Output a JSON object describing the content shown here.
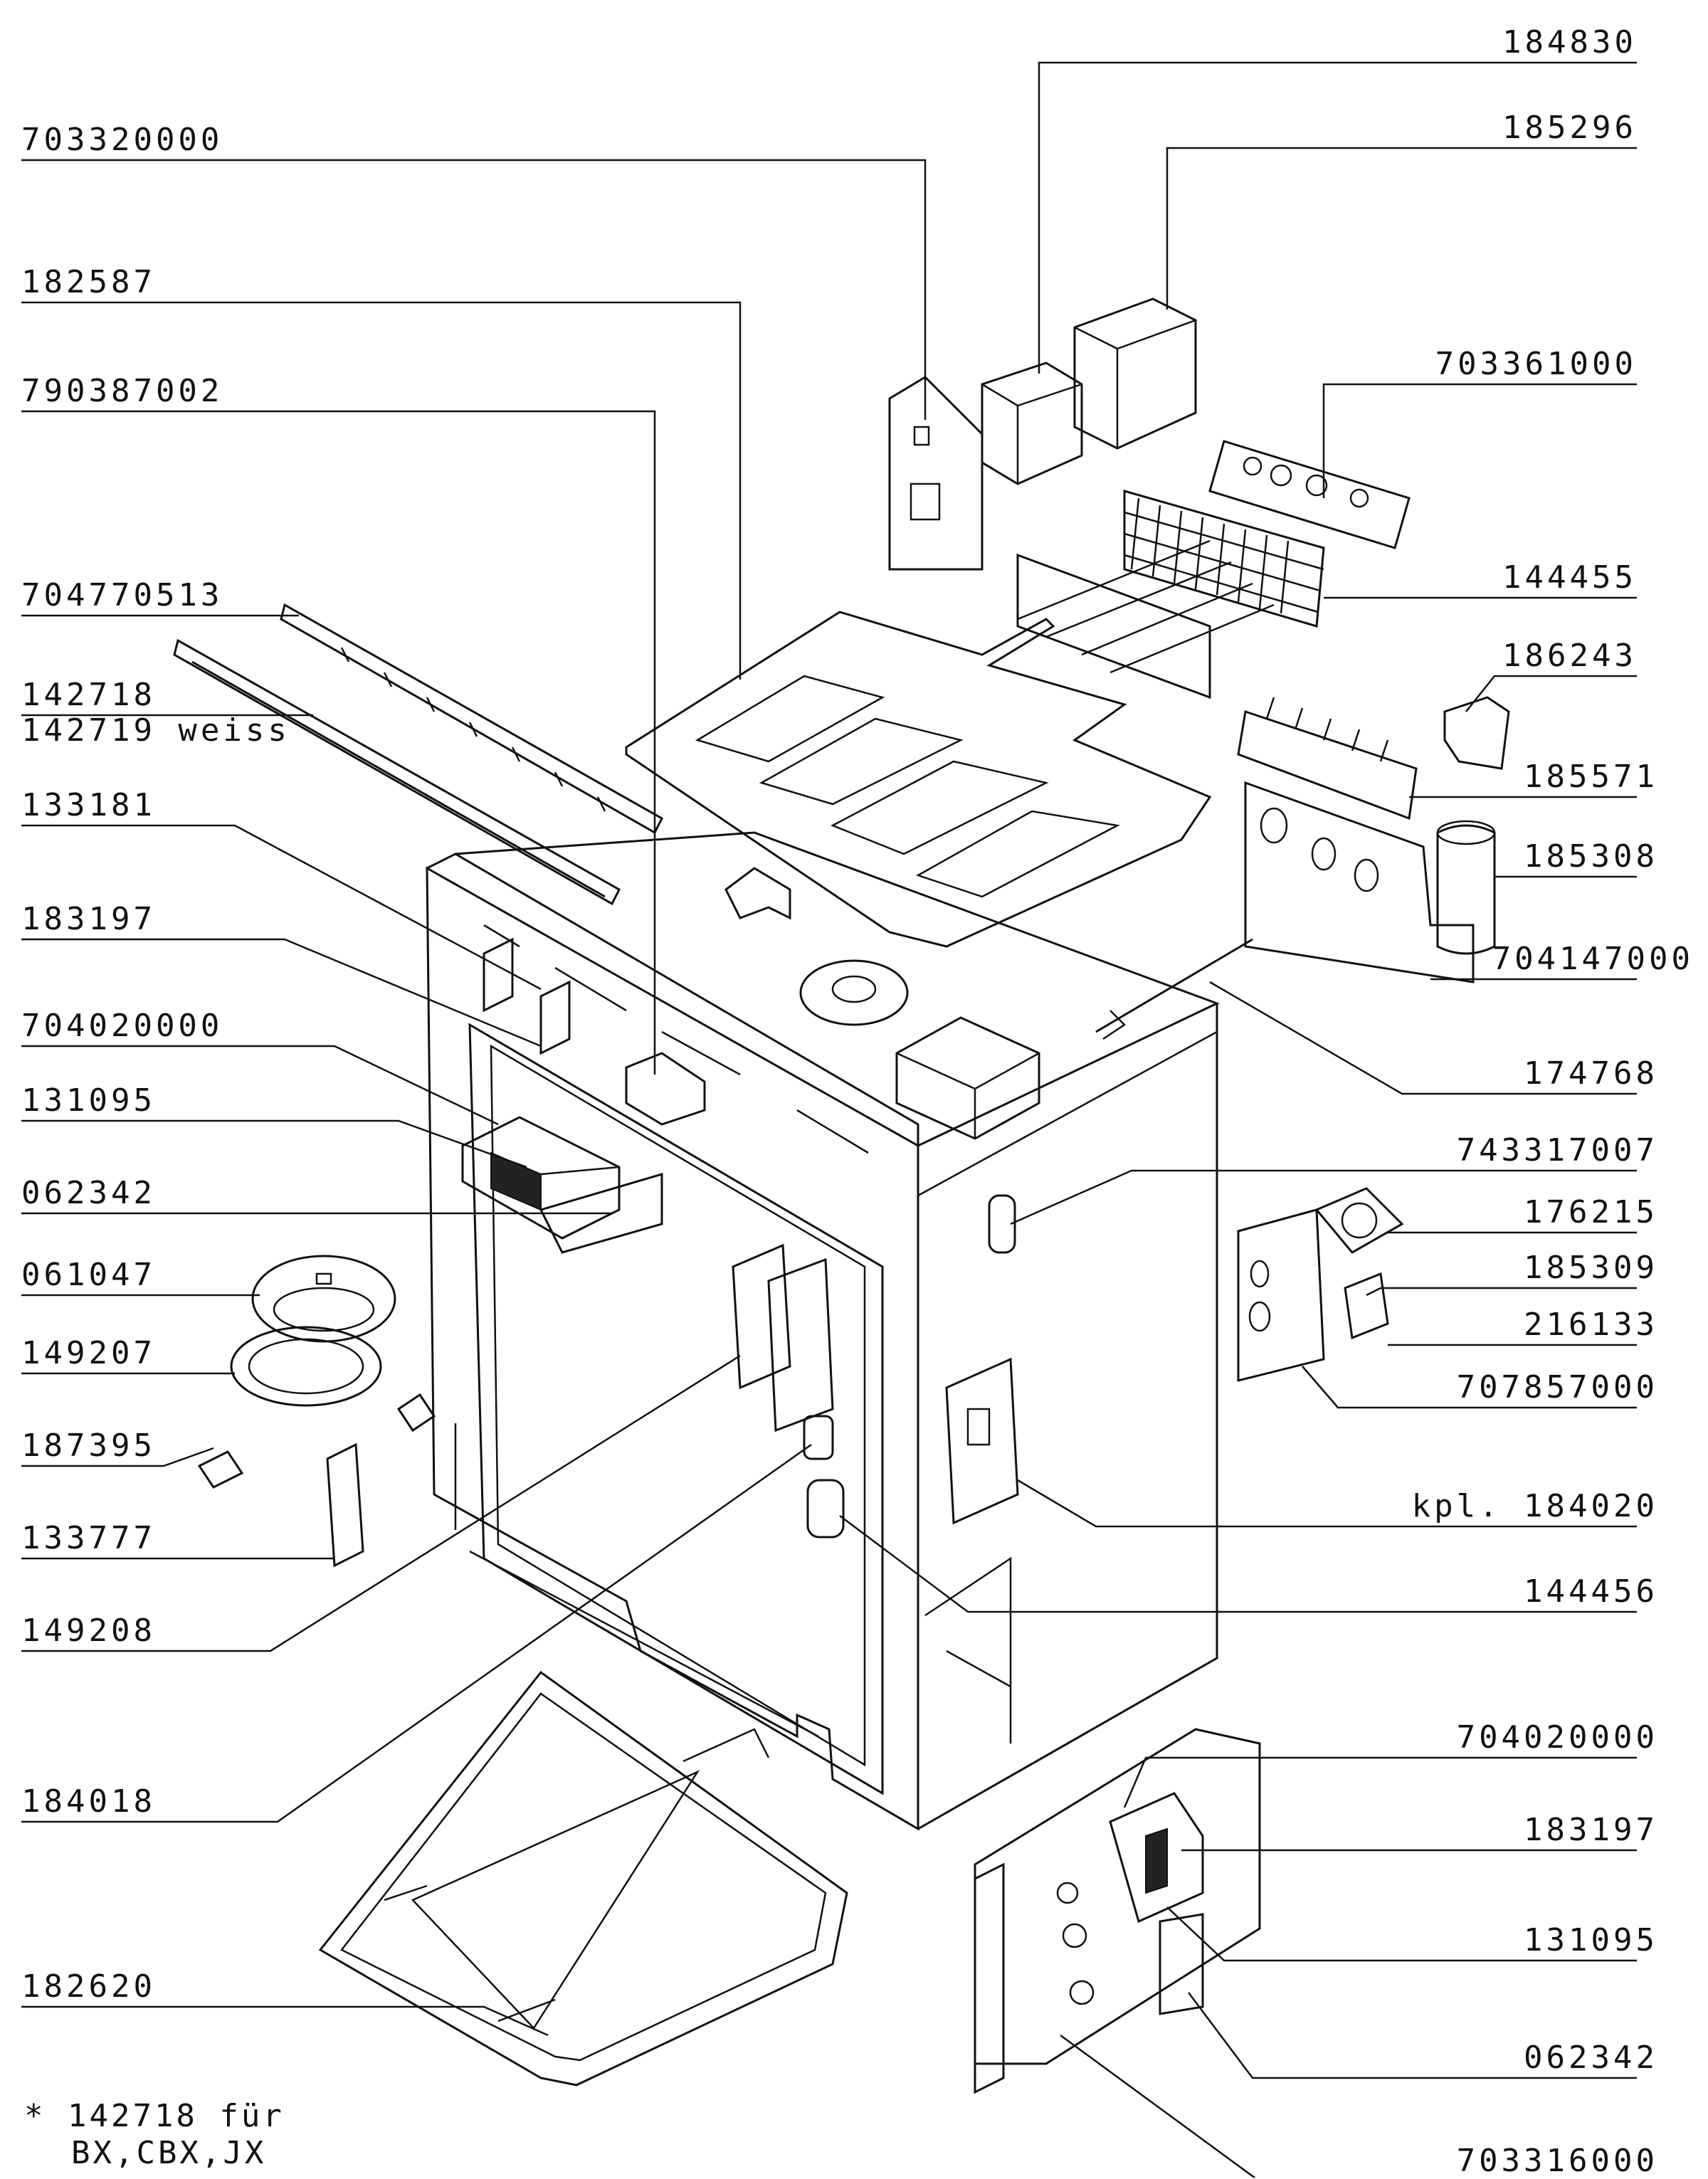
{
  "labels_left": [
    {
      "id": "l1",
      "text": "703320000"
    },
    {
      "id": "l2",
      "text": "182587"
    },
    {
      "id": "l3",
      "text": "790387002"
    },
    {
      "id": "l4",
      "text": "704770513"
    },
    {
      "id": "l5",
      "text": "142718"
    },
    {
      "id": "l6",
      "text": "142719 weiss"
    },
    {
      "id": "l7",
      "text": "133181"
    },
    {
      "id": "l8",
      "text": "183197"
    },
    {
      "id": "l9",
      "text": "704020000"
    },
    {
      "id": "l10",
      "text": "131095"
    },
    {
      "id": "l11",
      "text": "062342"
    },
    {
      "id": "l12",
      "text": "061047"
    },
    {
      "id": "l13",
      "text": "149207"
    },
    {
      "id": "l14",
      "text": "187395"
    },
    {
      "id": "l15",
      "text": "133777"
    },
    {
      "id": "l16",
      "text": "149208"
    },
    {
      "id": "l17",
      "text": "184018"
    },
    {
      "id": "l18",
      "text": "182620"
    }
  ],
  "labels_right": [
    {
      "id": "r1",
      "text": "184830"
    },
    {
      "id": "r2",
      "text": "185296"
    },
    {
      "id": "r3",
      "text": "703361000"
    },
    {
      "id": "r4",
      "text": "144455"
    },
    {
      "id": "r5",
      "text": "186243"
    },
    {
      "id": "r6",
      "text": "185571"
    },
    {
      "id": "r7",
      "text": "185308"
    },
    {
      "id": "r8",
      "text": "704147000"
    },
    {
      "id": "r9",
      "text": "174768"
    },
    {
      "id": "r10",
      "text": "743317007"
    },
    {
      "id": "r11",
      "text": "176215"
    },
    {
      "id": "r12",
      "text": "185309"
    },
    {
      "id": "r13",
      "text": "216133"
    },
    {
      "id": "r14",
      "text": "707857000"
    },
    {
      "id": "r15",
      "text": "kpl. 184020"
    },
    {
      "id": "r16",
      "text": "144456"
    },
    {
      "id": "r17",
      "text": "704020000"
    },
    {
      "id": "r18",
      "text": "183197"
    },
    {
      "id": "r19",
      "text": "131095"
    },
    {
      "id": "r20",
      "text": "062342"
    },
    {
      "id": "r21",
      "text": "703316000"
    }
  ],
  "footnote": {
    "line1": "* 142718 für",
    "line2": "BX,CBX,JX"
  }
}
